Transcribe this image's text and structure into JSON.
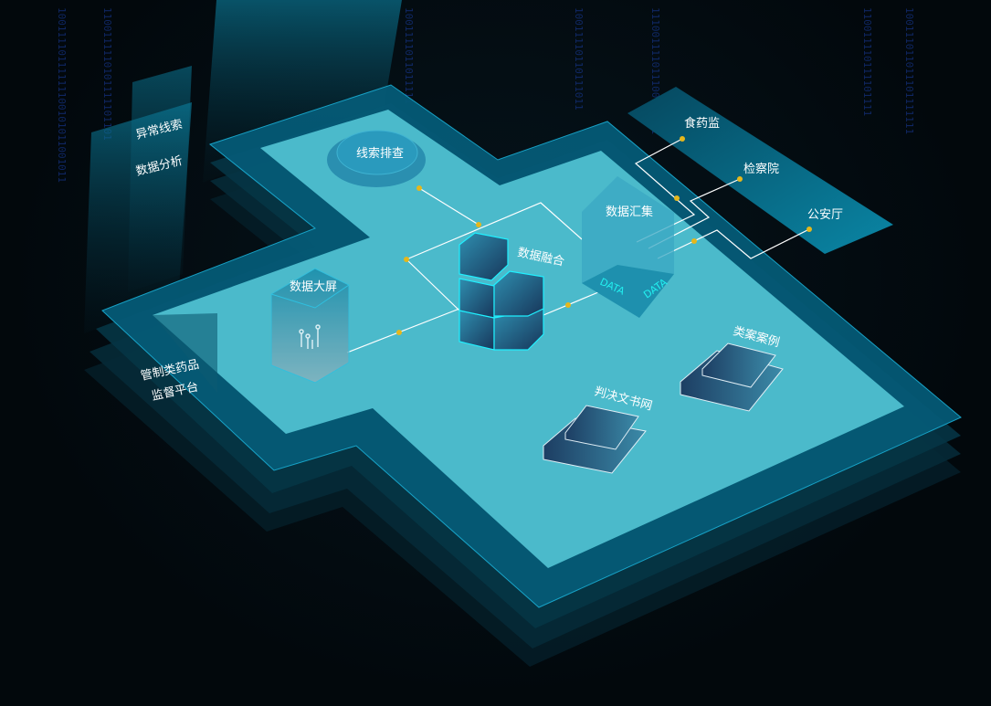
{
  "title": "管制类药品监督平台",
  "side_panel": {
    "items": [
      "异常线索",
      "数据分析"
    ]
  },
  "platform": {
    "line1": "管制类药品",
    "line2": "监督平台"
  },
  "nodes": {
    "clue_check": "线索排查",
    "data_fusion": "数据融合",
    "data_collect": "数据汇集",
    "data_screen": "数据大屏",
    "similar_cases": "类案案例",
    "judgement_docs": "判决文书网"
  },
  "data_tags": [
    "DATA",
    "DATA"
  ],
  "sources": [
    "食药监",
    "检察院",
    "公安厅"
  ],
  "binary_columns": [
    "10011110111111100101011001011",
    "1100111110101111101101",
    "1001111011011111",
    "10011110110111011",
    "111001111011100111011",
    "110011110111101111",
    "100111011011101111111"
  ],
  "colors": {
    "surface": "#4bbacb",
    "frame": "#04506a",
    "accent_dot": "#e5b71c",
    "cube_edge": "#1ff0ff"
  }
}
